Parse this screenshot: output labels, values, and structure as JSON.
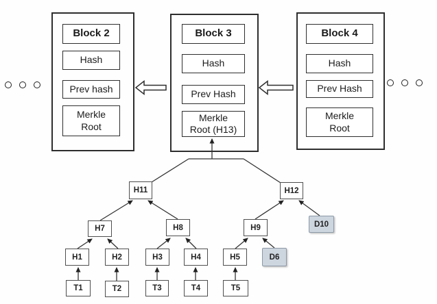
{
  "blockchain": {
    "blocks": [
      {
        "title": "Block 2",
        "fields": [
          "Hash",
          "Prev hash",
          "Merkle Root"
        ]
      },
      {
        "title": "Block 3",
        "fields": [
          "Hash",
          "Prev Hash",
          "Merkle Root (H13)"
        ]
      },
      {
        "title": "Block 4",
        "fields": [
          "Hash",
          "Prev Hash",
          "Merkle Root"
        ]
      }
    ],
    "arrows": [
      {
        "between": [
          "Block 3",
          "Block 2"
        ],
        "direction": "left"
      },
      {
        "between": [
          "Block 4",
          "Block 3"
        ],
        "direction": "left"
      }
    ],
    "ellipsis": {
      "left_dots": 3,
      "right_dots": 3
    }
  },
  "tree": {
    "root_links_to": "Merkle Root (H13)",
    "nodes": {
      "H11": {
        "label": "H11",
        "shaded": false
      },
      "H12": {
        "label": "H12",
        "shaded": false
      },
      "H7": {
        "label": "H7",
        "shaded": false
      },
      "H8": {
        "label": "H8",
        "shaded": false
      },
      "H9": {
        "label": "H9",
        "shaded": false
      },
      "D10": {
        "label": "D10",
        "shaded": true
      },
      "H1": {
        "label": "H1",
        "shaded": false
      },
      "H2": {
        "label": "H2",
        "shaded": false
      },
      "H3": {
        "label": "H3",
        "shaded": false
      },
      "H4": {
        "label": "H4",
        "shaded": false
      },
      "H5": {
        "label": "H5",
        "shaded": false
      },
      "D6": {
        "label": "D6",
        "shaded": true
      },
      "T1": {
        "label": "T1",
        "shaded": false
      },
      "T2": {
        "label": "T2",
        "shaded": false
      },
      "T3": {
        "label": "T3",
        "shaded": false
      },
      "T4": {
        "label": "T4",
        "shaded": false
      },
      "T5": {
        "label": "T5",
        "shaded": false
      }
    },
    "edges": [
      {
        "from": "T1",
        "to": "H1"
      },
      {
        "from": "T2",
        "to": "H2"
      },
      {
        "from": "T3",
        "to": "H3"
      },
      {
        "from": "T4",
        "to": "H4"
      },
      {
        "from": "T5",
        "to": "H5"
      },
      {
        "from": "H1",
        "to": "H7"
      },
      {
        "from": "H2",
        "to": "H7"
      },
      {
        "from": "H3",
        "to": "H8"
      },
      {
        "from": "H4",
        "to": "H8"
      },
      {
        "from": "H5",
        "to": "H9"
      },
      {
        "from": "D6",
        "to": "H9"
      },
      {
        "from": "H7",
        "to": "H11"
      },
      {
        "from": "H8",
        "to": "H11"
      },
      {
        "from": "H9",
        "to": "H12"
      },
      {
        "from": "D10",
        "to": "H12"
      },
      {
        "from": "H11",
        "to": "Merkle Root (H13)"
      },
      {
        "from": "H12",
        "to": "Merkle Root (H13)"
      }
    ]
  },
  "colors": {
    "data_node_fill": "#cdd5df",
    "data_node_border": "#8d99a6",
    "line_color": "#333333",
    "box_border": "#2d2d2d"
  }
}
